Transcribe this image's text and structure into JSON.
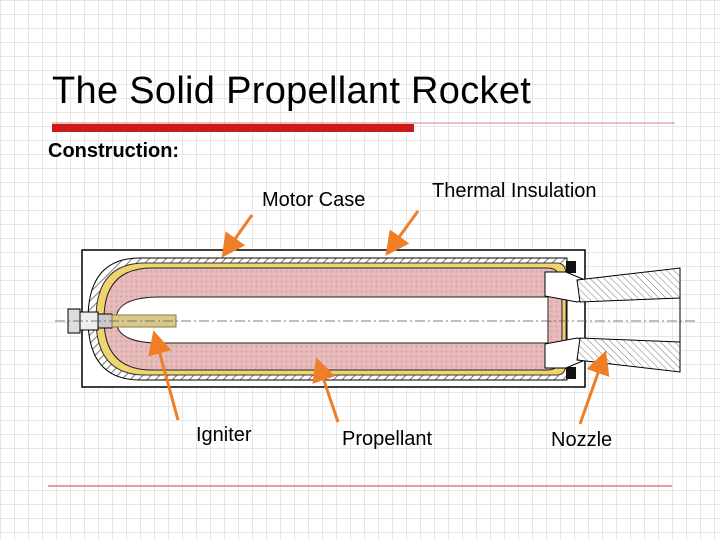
{
  "slide": {
    "title": "The Solid Propellant Rocket",
    "subtitle": "Construction:"
  },
  "diagram": {
    "labels": {
      "motor_case": "Motor Case",
      "thermal_insulation": "Thermal Insulation",
      "igniter": "Igniter",
      "propellant": "Propellant",
      "nozzle": "Nozzle"
    }
  },
  "colors": {
    "title_bar": "#cc1a1a",
    "title_line": "#d98080",
    "arrow": "#f07e26",
    "propellant": "#e6b8b8",
    "insulation": "#f0d470",
    "motor_case": "#808080"
  }
}
